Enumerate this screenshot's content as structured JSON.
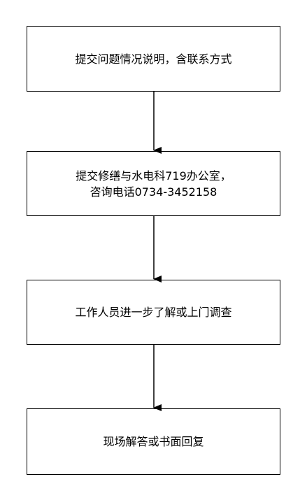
{
  "flowchart": {
    "steps": [
      {
        "text": "提交问题情况说明，含联系方式"
      },
      {
        "text": "提交修缮与水电科719办公室，\n咨询电话0734-3452158"
      },
      {
        "text": "工作人员进一步了解或上门调查"
      },
      {
        "text": "现场解答或书面回复"
      }
    ]
  },
  "colors": {
    "line": "#000000",
    "box_border": "#000000",
    "background": "#ffffff"
  }
}
